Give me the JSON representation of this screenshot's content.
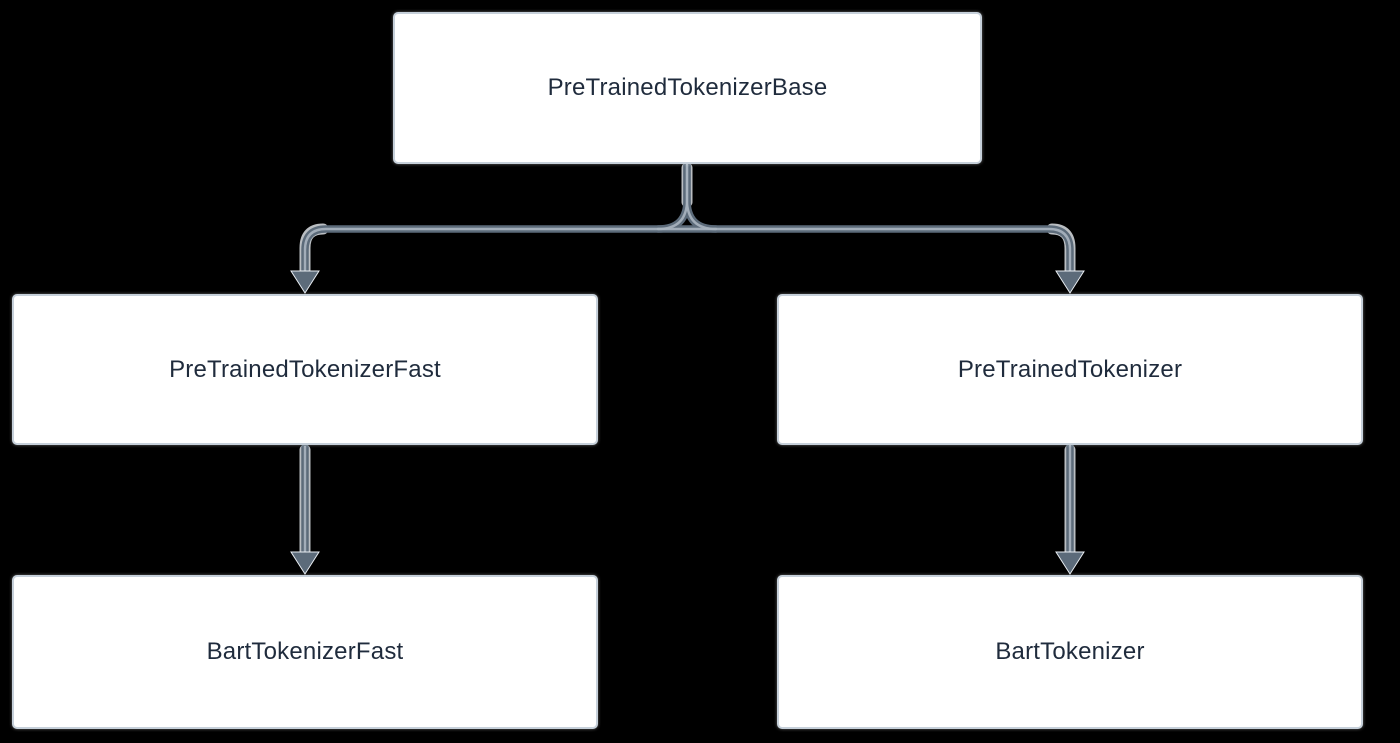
{
  "nodes": [
    {
      "id": "pretrained-tokenizer-base",
      "label": "PreTrainedTokenizerBase"
    },
    {
      "id": "pretrained-tokenizer-fast",
      "label": "PreTrainedTokenizerFast"
    },
    {
      "id": "pretrained-tokenizer",
      "label": "PreTrainedTokenizer"
    },
    {
      "id": "bart-tokenizer-fast",
      "label": "BartTokenizerFast"
    },
    {
      "id": "bart-tokenizer",
      "label": "BartTokenizer"
    }
  ],
  "edges": [
    {
      "from": "PreTrainedTokenizerBase",
      "to": "PreTrainedTokenizerFast"
    },
    {
      "from": "PreTrainedTokenizerBase",
      "to": "PreTrainedTokenizer"
    },
    {
      "from": "PreTrainedTokenizerFast",
      "to": "BartTokenizerFast"
    },
    {
      "from": "PreTrainedTokenizer",
      "to": "BartTokenizer"
    }
  ],
  "colors": {
    "background": "#000000",
    "box_fill": "#ffffff",
    "box_border": "#c6d0da",
    "text": "#1f2b3c",
    "arrow": "#5c6b7a",
    "arrow_highlight": "#aab5c0",
    "arrow_outline": "#e9eef3"
  }
}
